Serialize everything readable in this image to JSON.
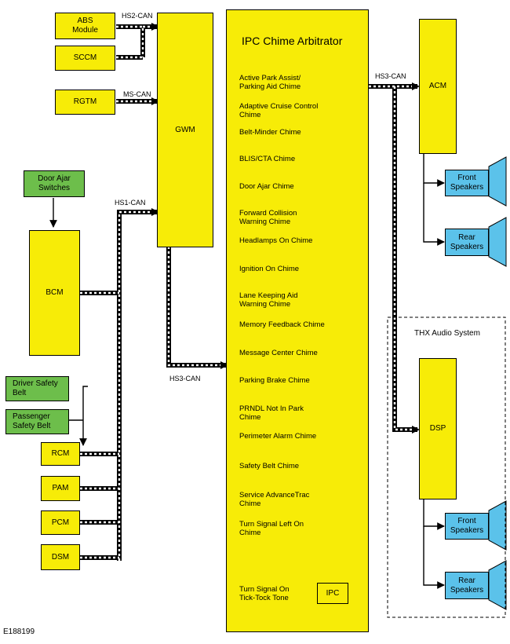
{
  "modules": {
    "abs": "ABS Module",
    "sccm": "SCCM",
    "rgtm": "RGTM",
    "gwm": "GWM",
    "door_ajar": "Door Ajar Switches",
    "bcm": "BCM",
    "driver_belt": "Driver Safety Belt",
    "passenger_belt": "Passenger Safety Belt",
    "rcm": "RCM",
    "pam": "PAM",
    "pcm": "PCM",
    "dsm": "DSM",
    "acm": "ACM",
    "dsp": "DSP",
    "ipc": "IPC",
    "front_speakers": "Front Speakers",
    "rear_speakers": "Rear Speakers"
  },
  "networks": {
    "hs2": "HS2-CAN",
    "ms": "MS-CAN",
    "hs1": "HS1-CAN",
    "hs3_left": "HS3-CAN",
    "hs3_right": "HS3-CAN"
  },
  "arbitrator": {
    "title": "IPC Chime Arbitrator",
    "chimes": [
      "Active Park Assist/ Parking Aid Chime",
      "Adaptive Cruise Control Chime",
      "Belt-Minder Chime",
      "BLIS/CTA Chime",
      "Door Ajar Chime",
      "Forward Collision Warning Chime",
      "Headlamps On Chime",
      "Ignition On Chime",
      "Lane Keeping Aid Warning Chime",
      "Memory Feedback Chime",
      "Message Center Chime",
      "Parking Brake Chime",
      "PRNDL Not In Park Chime",
      "Perimeter Alarm Chime",
      "Safety Belt Chime",
      "Service AdvanceTrac Chime",
      "Turn Signal Left On Chime"
    ],
    "tick_tock": "Turn Signal On Tick-Tock Tone"
  },
  "thx": {
    "title": "THX Audio System"
  },
  "figure_id": "E188199"
}
